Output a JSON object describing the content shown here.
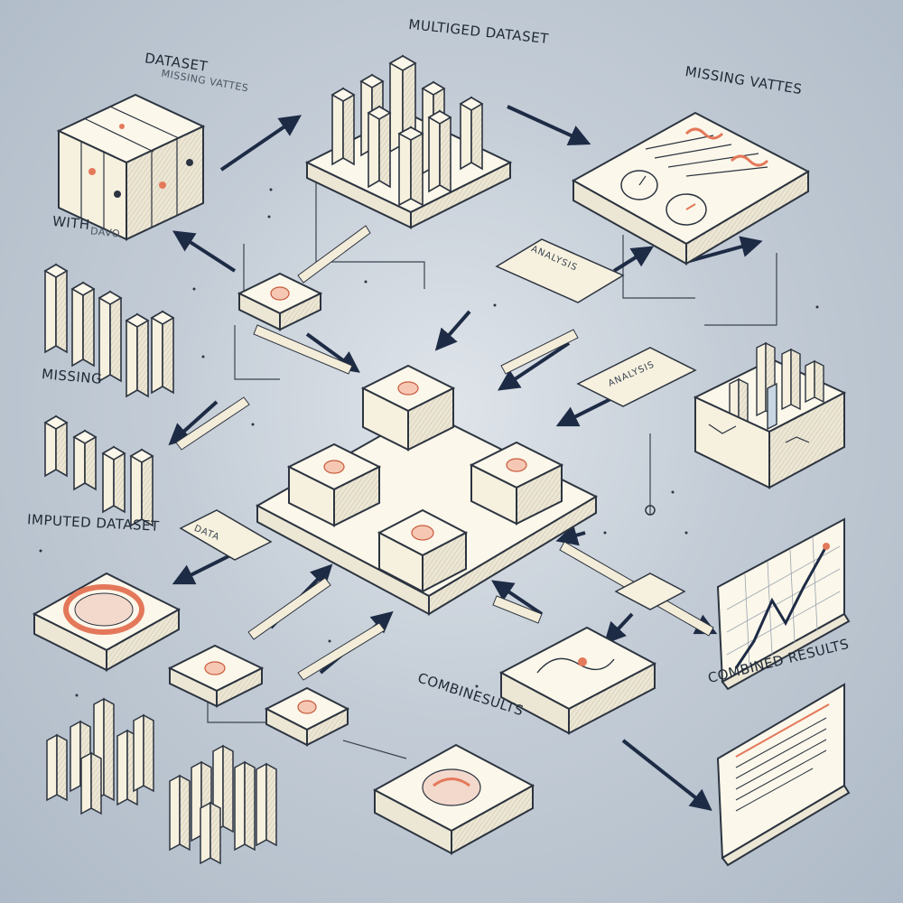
{
  "labels": {
    "dataset": "DATASET",
    "dataset_sub": "MISSING VATTES",
    "multi": "MULTIGED DATASET",
    "missing": "MISSING VATTES",
    "with": "WITH",
    "with_sub": "DAVO",
    "missing_left": "MISSING",
    "imputed": "IMPUTED DATASET",
    "combine_left": "COMBINESULTS",
    "combined": "COMBINED RESULTS",
    "tag_center_left": "DATA",
    "tag_lower": "ANALYSIS",
    "tag_right": "ANALYSIS"
  },
  "colors": {
    "background": "#c3ccd6",
    "block_top": "#fbf7ea",
    "block_side": "#ece6d4",
    "outline": "#2c3440",
    "accent": "#e4785a",
    "arrow": "#1d2b45"
  }
}
